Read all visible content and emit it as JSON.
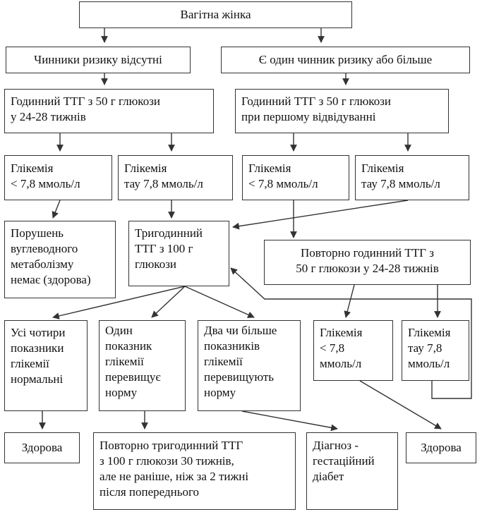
{
  "nodes": {
    "pregnant": "Вагітна жінка",
    "no_risk": "Чинники ризику відсутні",
    "risk": "Є один чинник ризику або більше",
    "ttg_left": "Годинний ТТГ з 50 г глюкози\nу 24-28 тижнів",
    "ttg_right": "Годинний ТТГ з 50 г глюкози\nпри першому відвідуванні",
    "gl_l_low": "Глікемія\n< 7,8 ммоль/л",
    "gl_l_high": "Глікемія\nтау 7,8 ммоль/л",
    "gl_r_low": "Глікемія\n< 7,8 ммоль/л",
    "gl_r_high": "Глікемія\nтау 7,8 ммоль/л",
    "healthy_metab": "Порушень\nвуглеводного\nметаболізму\nнемає (здорова)",
    "three_hour": "Тригодинний\nТТГ з 100 г\nглюкози",
    "repeat_hour": "Повторно годинний ТТГ з\n50 г глюкози у 24-28 тижнів",
    "all_normal": "Усі чотири\nпоказники\nглікемії\nнормальні",
    "one_exceeds": "Один\nпоказник\nглікемії\nперевищує\nнорму",
    "two_more": "Два чи більше\nпоказників\nглікемії\nперевищують\nнорму",
    "gl_rep_low": "Глікемія\n< 7,8\nммоль/л",
    "gl_rep_high": "Глікемія\nтау 7,8\nммоль/л",
    "healthy_1": "Здорова",
    "repeat_three": "Повторно тригодинний ТТГ\nз 100 г глюкози 30 тижнів,\nале не раніше, ніж за 2 тижні\nпісля попереднього",
    "diagnosis": "Діагноз -\nгестаційний\nдіабет",
    "healthy_2": "Здорова"
  }
}
